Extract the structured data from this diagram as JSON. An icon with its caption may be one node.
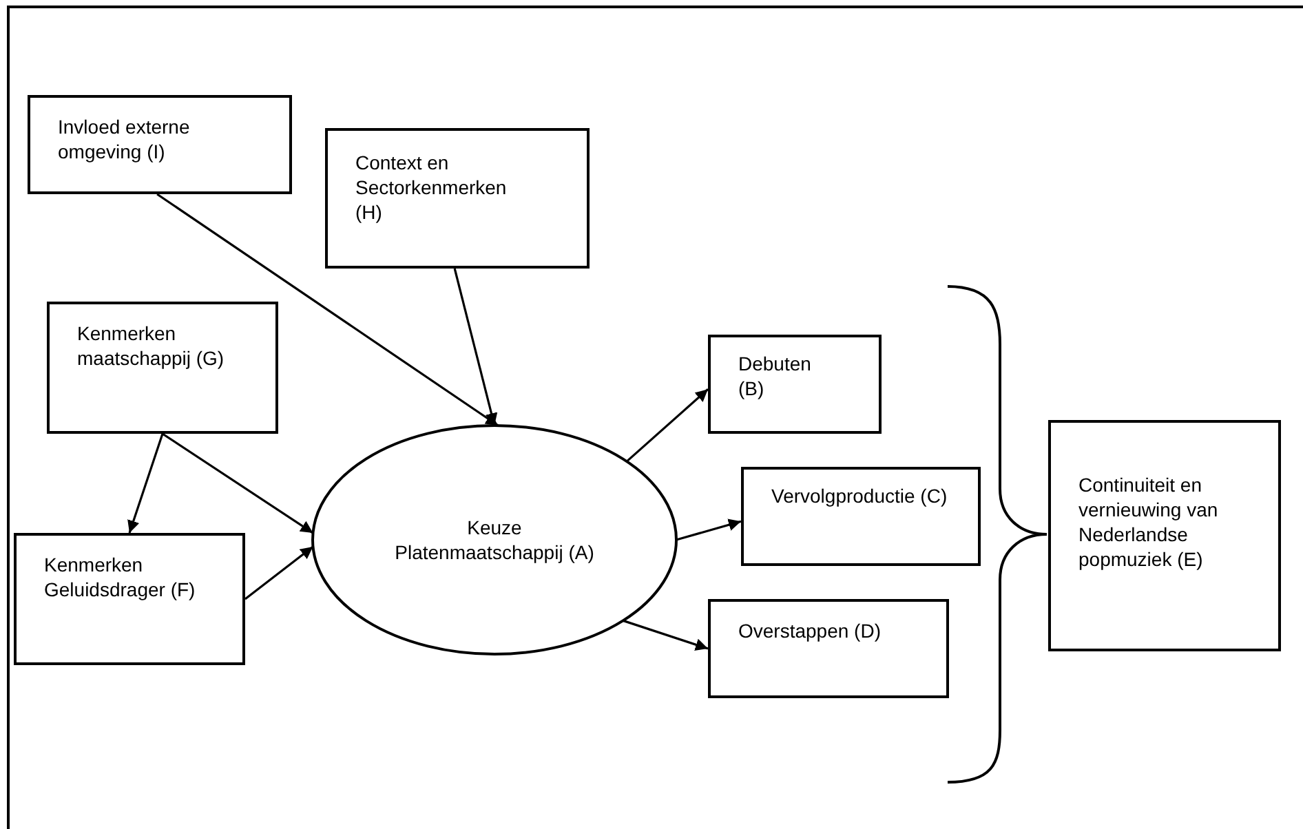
{
  "diagram": {
    "nodes": [
      {
        "text": [
          "Invloed externe omgeving (I)"
        ]
      },
      {
        "text": [
          "Context en Sectorkenmerken (H)"
        ]
      },
      {
        "text": [
          "Kenmerken maatschappij (G)"
        ]
      },
      {
        "text": [
          "Kenmerken Geluidsdrager (F)"
        ]
      },
      {
        "text": [
          "Keuze Platenmaatschappij (A)"
        ]
      },
      {
        "text": [
          "Debuten (B)"
        ]
      },
      {
        "text": [
          "Vervolgproductie (C)"
        ]
      },
      {
        "text": [
          "Overstappen (D)"
        ]
      },
      {
        "text": [
          "Continuiteit en vernieuwing van Nederlandse popmuziek (E)"
        ]
      }
    ],
    "edges": [
      {
        "from": 0,
        "to": 4,
        "arrow": "to"
      },
      {
        "from": 1,
        "to": 4,
        "arrow": "to"
      },
      {
        "from": 2,
        "to": 3,
        "arrow": "to"
      },
      {
        "from": 2,
        "to": 4,
        "arrow": "to"
      },
      {
        "from": 3,
        "to": 4,
        "arrow": "to"
      },
      {
        "from": 4,
        "to": 5,
        "arrow": "to"
      },
      {
        "from": 4,
        "to": 6,
        "arrow": "to"
      },
      {
        "from": 4,
        "to": 7,
        "arrow": "to"
      }
    ]
  }
}
